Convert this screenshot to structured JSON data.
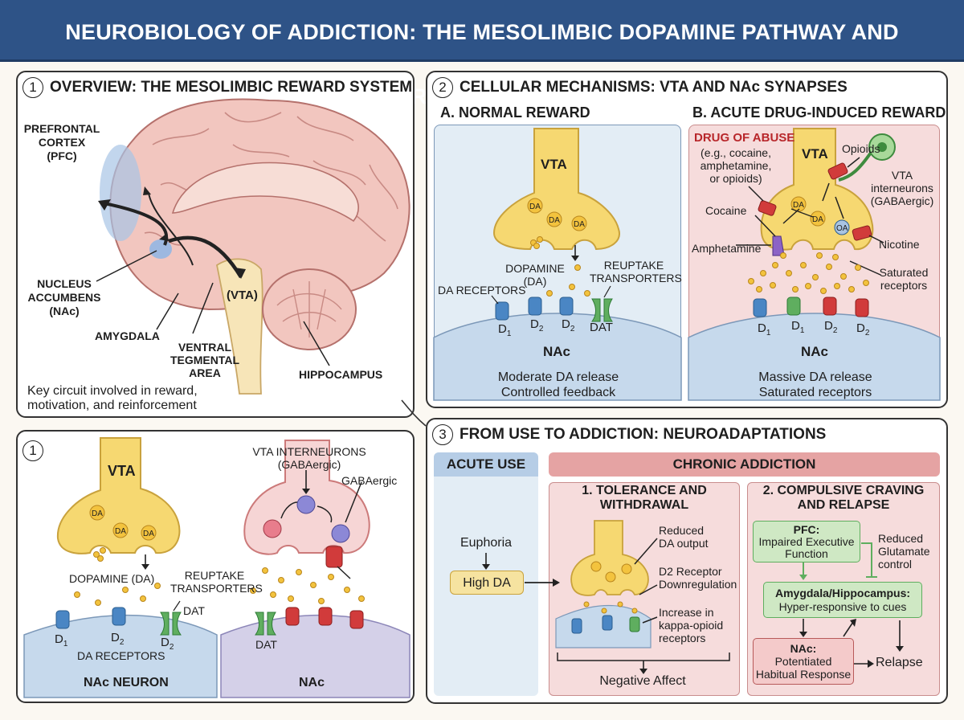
{
  "title": "NEUROBIOLOGY OF ADDICTION: THE MESOLIMBIC DOPAMINE PATHWAY AND NEUROADAPTATIONS",
  "colors": {
    "header": "#2e5387",
    "vta": "#f6d871",
    "normal_bg": "#e3edf5",
    "drug_bg": "#f6dcdc",
    "chronic": "#e5a3a3",
    "green": "#cfe8c4"
  },
  "p1": {
    "num": "1",
    "title": "OVERVIEW: THE MESOLIMBIC REWARD SYSTEM",
    "pfc": [
      "PREFRONTAL",
      "CORTEX",
      "(PFC)"
    ],
    "nacc": [
      "NUCLEUS",
      "ACCUMBENS",
      "(NAc)"
    ],
    "amygdala": "AMYGDALA",
    "vta_area": [
      "VENTRAL",
      "TEGMENTAL",
      "AREA"
    ],
    "vta_tag": "(VTA)",
    "hippocampus": "HIPPOCAMPUS",
    "caption": [
      "Key circuit involved in reward,",
      "motivation, and reinforcement"
    ]
  },
  "p2": {
    "num": "2",
    "title": "CELLULAR MECHANISMS: VTA AND NAc SYNAPSES",
    "a_title": "A. NORMAL REWARD",
    "b_title": "B. ACUTE DRUG-INDUCED REWARD",
    "vta": "VTA",
    "da": "DA",
    "oa": "OA",
    "dopamine": [
      "DOPAMINE",
      "(DA)"
    ],
    "reuptake": [
      "REUPTAKE",
      "TRANSPORTERS"
    ],
    "da_receptors": "DA RECEPTORS",
    "d": "D",
    "sub1": "1",
    "sub2": "2",
    "dat": "DAT",
    "nac": "NAc",
    "a_caption": [
      "Moderate DA release",
      "Controlled feedback"
    ],
    "drug_head": "DRUG OF ABUSE",
    "drug_eg": [
      "(e.g., cocaine,",
      "amphetamine,",
      "or opioids)"
    ],
    "cocaine": "Cocaine",
    "amphetamine": "Amphetamine",
    "opioids": "Opioids",
    "interneurons": [
      "VTA",
      "interneurons",
      "(GABAergic)"
    ],
    "nicotine": "Nicotine",
    "saturated": [
      "Saturated",
      "receptors"
    ],
    "b_caption": [
      "Massive DA release",
      "Saturated receptors"
    ]
  },
  "p4": {
    "num": "1",
    "vta": "VTA",
    "da": "DA",
    "dopamine": "DOPAMINE (DA)",
    "reuptake": [
      "REUPTAKE",
      "TRANSPORTERS"
    ],
    "dat": "DAT",
    "d": "D",
    "sub1": "1",
    "sub2": "2",
    "da_receptors": "DA RECEPTORS",
    "nac_neuron": "NAc NEURON",
    "interneurons": [
      "VTA INTERNEURONS",
      "(GABAergic)"
    ],
    "gabaergic": "GABAergic",
    "nac": "NAc"
  },
  "p3": {
    "num": "3",
    "title": "FROM USE TO ADDICTION: NEUROADAPTATIONS",
    "acute": "ACUTE USE",
    "chronic": "CHRONIC ADDICTION",
    "euphoria": "Euphoria",
    "high_da": "High DA",
    "tol_title": [
      "1. TOLERANCE AND",
      "WITHDRAWAL"
    ],
    "reduced_da": [
      "Reduced",
      "DA output"
    ],
    "d2_down": [
      "D2 Receptor",
      "Downregulation"
    ],
    "kappa": [
      "Increase in",
      "kappa-opioid",
      "receptors"
    ],
    "negative": "Negative Affect",
    "crav_title": [
      "2. COMPULSIVE CRAVING",
      "AND RELAPSE"
    ],
    "pfc_head": "PFC:",
    "pfc_body": [
      "Impaired Executive",
      "Function"
    ],
    "reduced_glu": [
      "Reduced",
      "Glutamate",
      "control"
    ],
    "amy_head": "Amygdala/Hippocampus:",
    "amy_body": "Hyper-responsive to cues",
    "nac_head": "NAc:",
    "nac_body": [
      "Potentiated",
      "Habitual Response"
    ],
    "relapse": "Relapse"
  }
}
